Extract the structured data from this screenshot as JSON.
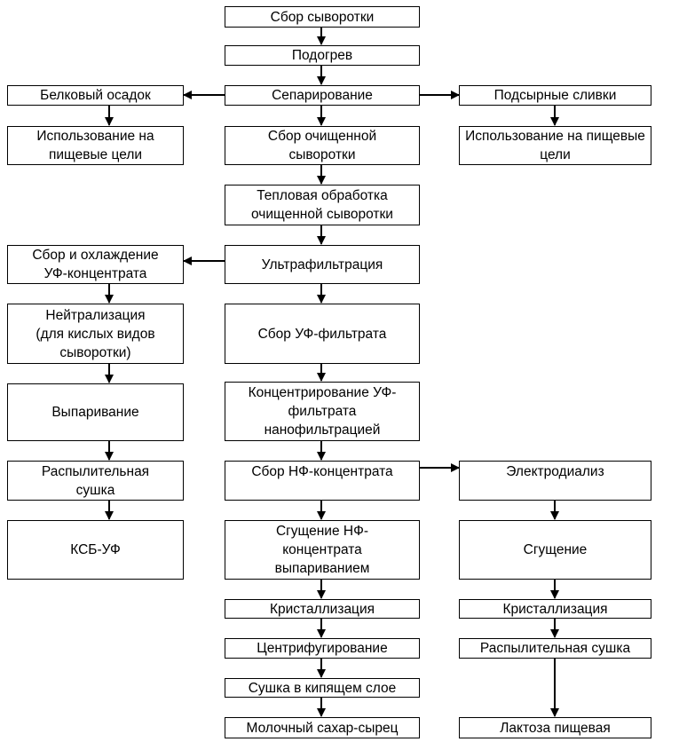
{
  "center": {
    "whey_collection": "Сбор сыворотки",
    "heating": "Подогрев",
    "separation": "Сепарирование",
    "clean_whey_collection": "Сбор очищенной\nсыворотки",
    "heat_treatment": "Тепловая обработка\nочищенной сыворотки",
    "ultrafiltration": "Ультрафильтрация",
    "uf_filtrate_collection": "Сбор УФ-фильтрата",
    "uf_filtrate_concentration": "Концентрирование УФ-\nфильтрата\nнанофильтрацией",
    "nf_concentrate_collection": "Сбор НФ-концентрата",
    "nf_concentrate_thickening": "Сгущение НФ-\nконцентрата\nвыпариванием",
    "crystallization": "Кристаллизация",
    "centrifugation": "Центрифугирование",
    "fluid_bed_drying": "Сушка в кипящем слое",
    "raw_milk_sugar": "Молочный сахар-сырец"
  },
  "left": {
    "protein_sediment": "Белковый осадок",
    "food_use": "Использование на\nпищевые цели",
    "uf_concentrate_cooling": "Сбор и охлаждение\nУФ-концентрата",
    "neutralization": "Нейтрализация\n(для кислых видов\nсыворотки)",
    "evaporation": "Выпаривание",
    "spray_drying": "Распылительная\nсушка",
    "ksb_uf": "КСБ-УФ"
  },
  "right": {
    "cheese_cream": "Подсырные сливки",
    "food_use": "Использование на пищевые\nцели",
    "electrodialysis": "Электродиализ",
    "thickening": "Сгущение",
    "crystallization": "Кристаллизация",
    "spray_drying": "Распылительная сушка",
    "food_lactose": "Лактоза пищевая"
  }
}
